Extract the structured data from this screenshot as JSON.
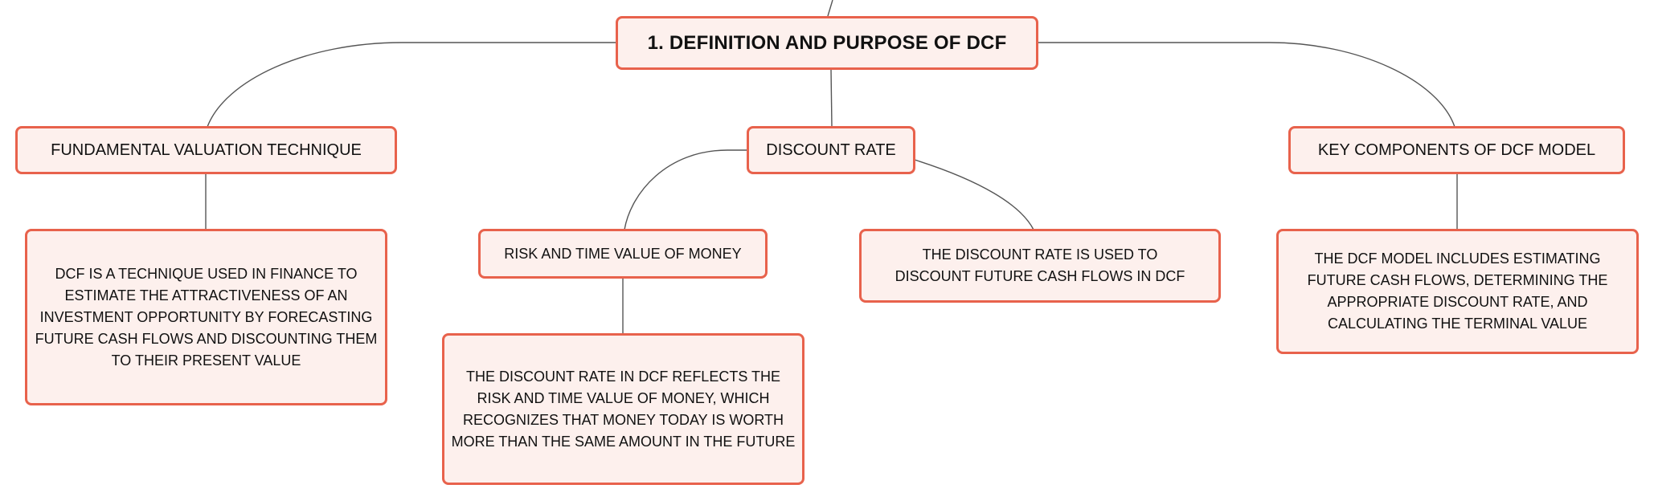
{
  "diagram": {
    "root": {
      "label": "1. DEFINITION AND PURPOSE OF DCF"
    },
    "branches": {
      "fundamental": {
        "label": "FUNDAMENTAL VALUATION TECHNIQUE",
        "detail": "DCF IS A TECHNIQUE USED IN FINANCE TO ESTIMATE THE ATTRACTIVENESS OF AN INVESTMENT OPPORTUNITY BY FORECASTING FUTURE CASH FLOWS AND DISCOUNTING THEM TO THEIR PRESENT VALUE"
      },
      "discount_rate": {
        "label": "DISCOUNT RATE",
        "risk": {
          "label": "RISK AND TIME VALUE OF MONEY",
          "detail": "THE DISCOUNT RATE IN DCF REFLECTS THE RISK AND TIME VALUE OF MONEY, WHICH RECOGNIZES THAT MONEY TODAY IS WORTH MORE THAN THE SAME AMOUNT IN THE FUTURE"
        },
        "detail": "THE DISCOUNT RATE IS USED TO DISCOUNT FUTURE CASH FLOWS IN DCF"
      },
      "components": {
        "label": "KEY COMPONENTS OF DCF MODEL",
        "detail": "THE DCF MODEL INCLUDES ESTIMATING FUTURE CASH FLOWS, DETERMINING THE APPROPRIATE DISCOUNT RATE, AND CALCULATING THE TERMINAL VALUE"
      }
    }
  },
  "colors": {
    "node_border": "#e8624c",
    "node_fill": "#fdf0ed",
    "connector": "#555555",
    "text": "#111111"
  }
}
